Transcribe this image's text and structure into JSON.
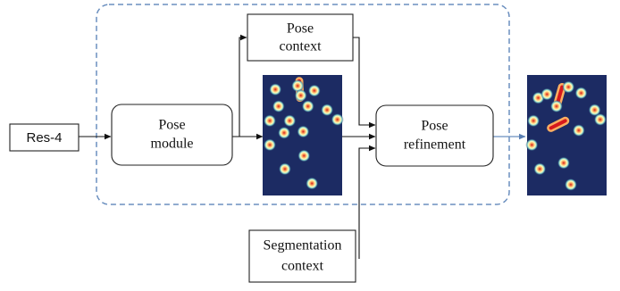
{
  "nodes": {
    "res4": {
      "label": "Res-4"
    },
    "pose_context": {
      "lines": [
        "Pose",
        "context"
      ]
    },
    "pose_module": {
      "lines": [
        "Pose",
        "module"
      ]
    },
    "pose_refinement": {
      "lines": [
        "Pose",
        "refinement"
      ]
    },
    "segmentation_context": {
      "lines": [
        "Segmentation",
        "context"
      ]
    }
  },
  "heatmaps": {
    "background_color": "#1c2b63",
    "intermediate": {
      "blobs": [
        [
          0.16,
          0.12
        ],
        [
          0.44,
          0.09
        ],
        [
          0.65,
          0.13
        ],
        [
          0.48,
          0.17
        ],
        [
          0.2,
          0.26
        ],
        [
          0.57,
          0.26
        ],
        [
          0.81,
          0.29
        ],
        [
          0.94,
          0.37
        ],
        [
          0.09,
          0.38
        ],
        [
          0.34,
          0.38
        ],
        [
          0.27,
          0.48
        ],
        [
          0.51,
          0.47
        ],
        [
          0.09,
          0.58
        ],
        [
          0.52,
          0.67
        ],
        [
          0.28,
          0.78
        ],
        [
          0.62,
          0.9
        ]
      ],
      "limb": [
        [
          0.46,
          0.05
        ],
        [
          0.47,
          0.19
        ]
      ]
    },
    "refined": {
      "blobs": [
        [
          0.14,
          0.19
        ],
        [
          0.52,
          0.1
        ],
        [
          0.68,
          0.15
        ],
        [
          0.25,
          0.16
        ],
        [
          0.37,
          0.26
        ],
        [
          0.85,
          0.29
        ],
        [
          0.92,
          0.37
        ],
        [
          0.08,
          0.38
        ],
        [
          0.65,
          0.46
        ],
        [
          0.06,
          0.58
        ],
        [
          0.46,
          0.73
        ],
        [
          0.16,
          0.78
        ],
        [
          0.55,
          0.91
        ]
      ],
      "limb": [
        [
          0.44,
          0.1
        ],
        [
          0.38,
          0.24
        ]
      ],
      "limb2": [
        [
          0.3,
          0.44
        ],
        [
          0.48,
          0.38
        ]
      ]
    }
  }
}
